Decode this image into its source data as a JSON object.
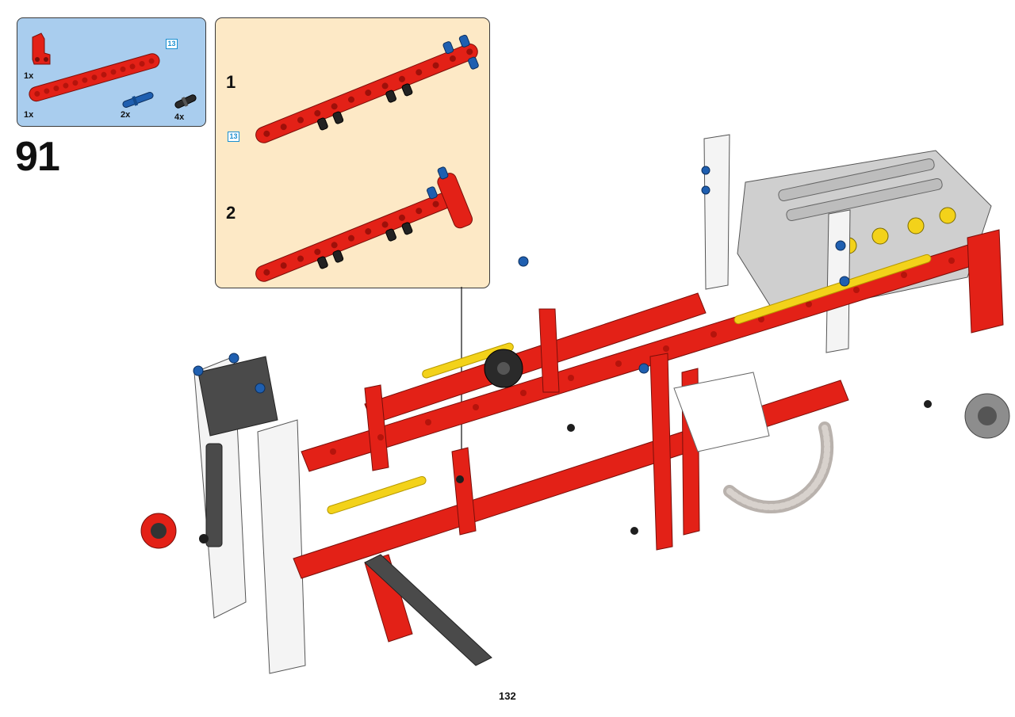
{
  "step": {
    "number": "91"
  },
  "page": {
    "number": "132"
  },
  "parts_list": {
    "length_tag": "13",
    "items": [
      {
        "qty": "1x",
        "icon": "red-angle-connector-icon"
      },
      {
        "qty": "1x",
        "icon": "red-liftarm-13-icon"
      },
      {
        "qty": "2x",
        "icon": "blue-axle-pin-icon"
      },
      {
        "qty": "4x",
        "icon": "black-friction-pin-icon"
      }
    ]
  },
  "submodel": {
    "length_tag": "13",
    "substeps": [
      {
        "label": "1"
      },
      {
        "label": "2"
      }
    ]
  },
  "colors": {
    "parts_bg": "#a9cdee",
    "submodel_bg": "#fde9c6",
    "technic_red": "#e32117",
    "technic_blue": "#1f5fb0",
    "technic_yellow": "#f3d21a"
  }
}
